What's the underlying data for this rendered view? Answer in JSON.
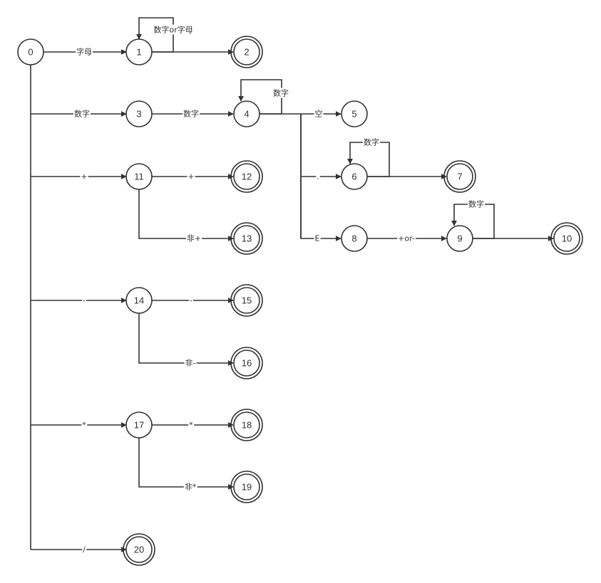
{
  "diagram": {
    "states": [
      {
        "id": "0",
        "final": false
      },
      {
        "id": "1",
        "final": false
      },
      {
        "id": "2",
        "final": true
      },
      {
        "id": "3",
        "final": false
      },
      {
        "id": "4",
        "final": false
      },
      {
        "id": "5",
        "final": false
      },
      {
        "id": "6",
        "final": false
      },
      {
        "id": "7",
        "final": true
      },
      {
        "id": "8",
        "final": false
      },
      {
        "id": "9",
        "final": false
      },
      {
        "id": "10",
        "final": true
      },
      {
        "id": "11",
        "final": false
      },
      {
        "id": "12",
        "final": true
      },
      {
        "id": "13",
        "final": true
      },
      {
        "id": "14",
        "final": false
      },
      {
        "id": "15",
        "final": true
      },
      {
        "id": "16",
        "final": true
      },
      {
        "id": "17",
        "final": false
      },
      {
        "id": "18",
        "final": true
      },
      {
        "id": "19",
        "final": true
      },
      {
        "id": "20",
        "final": true
      }
    ],
    "transitions": [
      {
        "from": "0",
        "to": "1",
        "label": "字母"
      },
      {
        "from": "1",
        "to": "1",
        "label": "数字or字母"
      },
      {
        "from": "1",
        "to": "2",
        "label": ""
      },
      {
        "from": "0",
        "to": "3",
        "label": "数字"
      },
      {
        "from": "3",
        "to": "4",
        "label": "数字"
      },
      {
        "from": "4",
        "to": "4",
        "label": "数字"
      },
      {
        "from": "4",
        "to": "5",
        "label": "空"
      },
      {
        "from": "4",
        "to": "6",
        "label": "."
      },
      {
        "from": "6",
        "to": "6",
        "label": "数字"
      },
      {
        "from": "6",
        "to": "7",
        "label": ""
      },
      {
        "from": "4",
        "to": "8",
        "label": "E"
      },
      {
        "from": "8",
        "to": "9",
        "label": "+or-"
      },
      {
        "from": "9",
        "to": "9",
        "label": "数字"
      },
      {
        "from": "9",
        "to": "10",
        "label": ""
      },
      {
        "from": "0",
        "to": "11",
        "label": "+"
      },
      {
        "from": "11",
        "to": "12",
        "label": "+"
      },
      {
        "from": "11",
        "to": "13",
        "label": "非+"
      },
      {
        "from": "0",
        "to": "14",
        "label": "-"
      },
      {
        "from": "14",
        "to": "15",
        "label": "-"
      },
      {
        "from": "14",
        "to": "16",
        "label": "非-"
      },
      {
        "from": "0",
        "to": "17",
        "label": "*"
      },
      {
        "from": "17",
        "to": "18",
        "label": "*"
      },
      {
        "from": "17",
        "to": "19",
        "label": "非*"
      },
      {
        "from": "0",
        "to": "20",
        "label": "/"
      }
    ]
  }
}
